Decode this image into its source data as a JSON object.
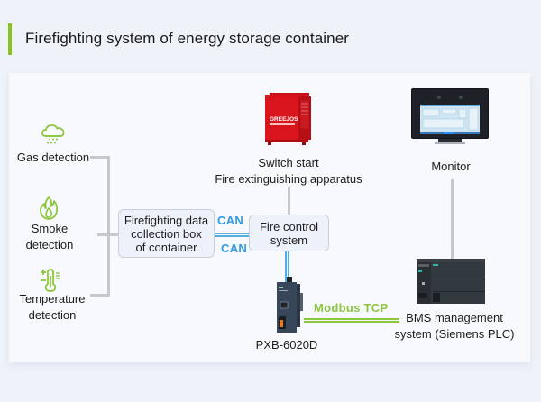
{
  "header": {
    "title": "Firefighting system of energy storage container",
    "accent_color": "#8cc220"
  },
  "sensors": [
    {
      "label": "Gas detection",
      "icon": "cloud-gas-icon"
    },
    {
      "label_line1": "Smoke",
      "label_line2": "detection",
      "icon": "flame-icon"
    },
    {
      "label_line1": "Temperature",
      "label_line2": "detection",
      "icon": "thermometer-icon"
    }
  ],
  "collection_box": {
    "line1": "Firefighting data",
    "line2": "collection box",
    "line3": "of container"
  },
  "fire_control": {
    "line1": "Fire control",
    "line2": "system"
  },
  "protocols": {
    "can_top": "CAN",
    "can_bottom": "CAN",
    "modbus": "Modbus TCP"
  },
  "extinguisher": {
    "line1": "Switch start",
    "line2": "Fire extinguishing apparatus",
    "device_text": "GREEJOS"
  },
  "monitor": {
    "label": "Monitor"
  },
  "gateway": {
    "label": "PXB-6020D"
  },
  "bms": {
    "line1": "BMS management",
    "line2": "system (Siemens PLC)"
  },
  "colors": {
    "can_blue": "#2f9be0",
    "modbus_green": "#8cc63e",
    "connector_gray": "#c6c8cc"
  }
}
